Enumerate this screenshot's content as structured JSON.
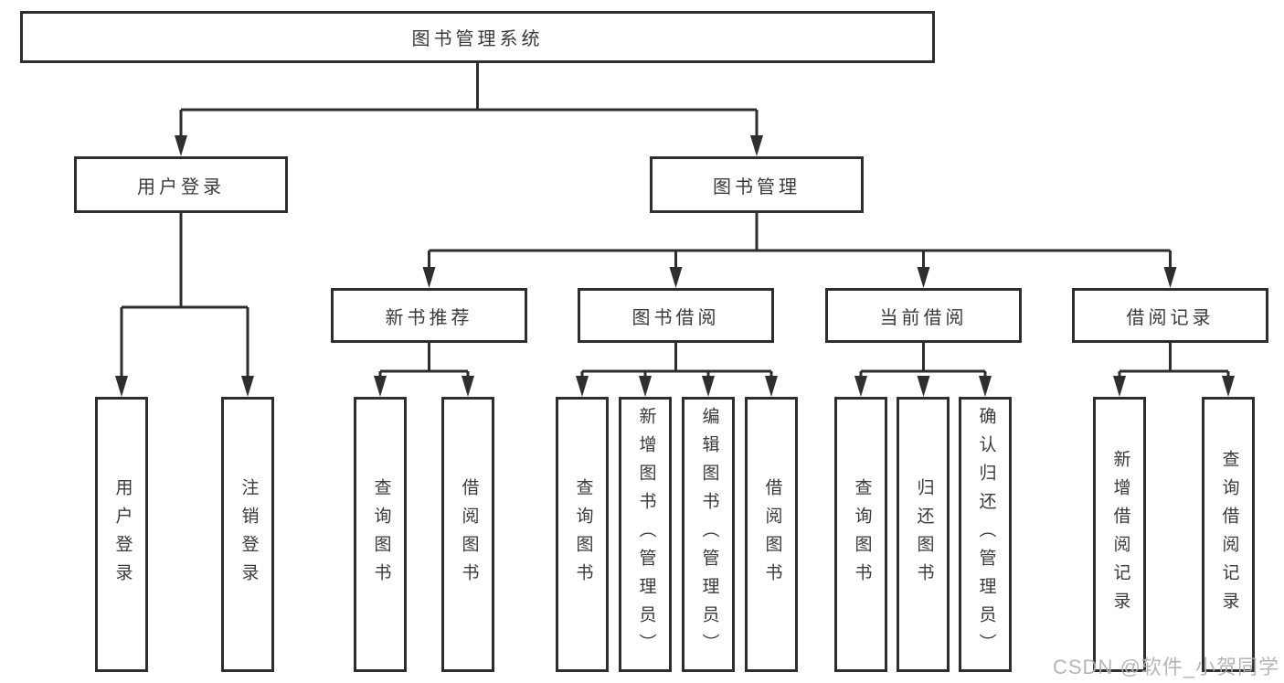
{
  "diagram": {
    "title": "图书管理系统",
    "root": {
      "label": "图书管理系统"
    },
    "level2": [
      {
        "id": "user-login",
        "label": "用户登录",
        "parent": "图书管理系统"
      },
      {
        "id": "book-management",
        "label": "图书管理",
        "parent": "图书管理系统"
      }
    ],
    "level3": [
      {
        "id": "new-book-recommend",
        "label": "新书推荐",
        "parent": "图书管理"
      },
      {
        "id": "book-borrow",
        "label": "图书借阅",
        "parent": "图书管理"
      },
      {
        "id": "current-borrow",
        "label": "当前借阅",
        "parent": "图书管理"
      },
      {
        "id": "borrow-records",
        "label": "借阅记录",
        "parent": "图书管理"
      }
    ],
    "leaves": [
      {
        "label": "用户登录",
        "parent": "用户登录"
      },
      {
        "label": "注销登录",
        "parent": "用户登录"
      },
      {
        "label": "查询图书",
        "parent": "新书推荐"
      },
      {
        "label": "借阅图书",
        "parent": "新书推荐"
      },
      {
        "label": "查询图书",
        "parent": "图书借阅"
      },
      {
        "label": "新增图书（管理员）",
        "parent": "图书借阅"
      },
      {
        "label": "编辑图书（管理员）",
        "parent": "图书借阅"
      },
      {
        "label": "借阅图书",
        "parent": "图书借阅"
      },
      {
        "label": "查询图书",
        "parent": "当前借阅"
      },
      {
        "label": "归还图书",
        "parent": "当前借阅"
      },
      {
        "label": "确认归还（管理员）",
        "parent": "当前借阅"
      },
      {
        "label": "新增借阅记录",
        "parent": "借阅记录"
      },
      {
        "label": "查询借阅记录",
        "parent": "借阅记录"
      }
    ]
  },
  "watermark": {
    "text": "CSDN @软件_小贺同学"
  },
  "colors": {
    "background": "#ffffff",
    "box_border": "#2e2e2e",
    "line": "#2e2e2e",
    "text": "#3a3a3a",
    "watermark": "#afb2b6"
  }
}
